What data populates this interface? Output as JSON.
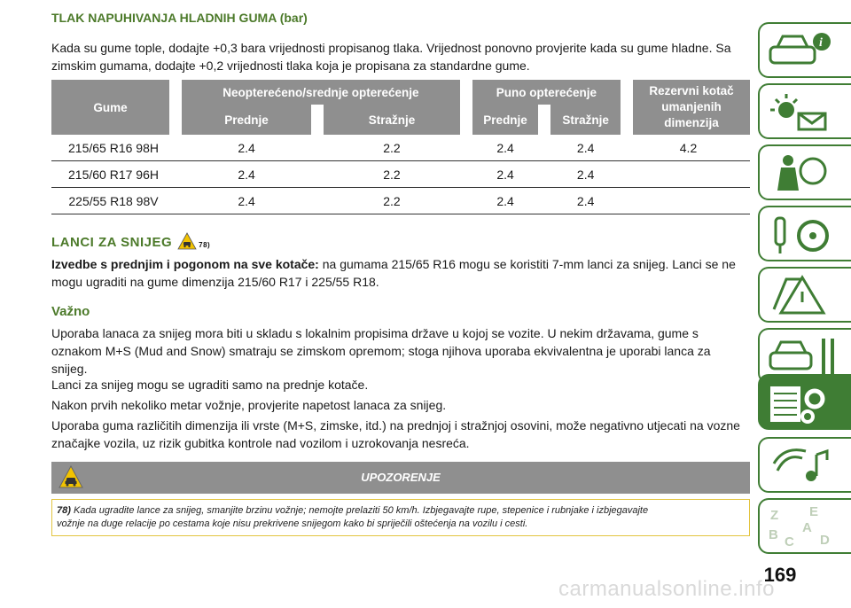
{
  "heading_pressure": "TLAK NAPUHIVANJA HLADNIH GUMA (bar)",
  "intro_lines": [
    "Kada su gume tople, dodajte +0,3 bara vrijednosti propisanog tlaka. Vrijednost ponovno provjerite kada su gume hladne. Sa",
    "zimskim gumama, dodajte +0,2 vrijednosti tlaka koja je propisana za standardne gume."
  ],
  "table": {
    "col_gume": "Gume",
    "group1": "Neopterećeno/srednje opterećenje",
    "group2": "Puno opterećenje",
    "spare": "Rezervni kotač umanjenih dimenzija",
    "front": "Prednje",
    "rear": "Stražnje",
    "rows": [
      [
        "215/65 R16 98H",
        "2.4",
        "2.2",
        "2.4",
        "2.4",
        "4.2"
      ],
      [
        "215/60 R17 96H",
        "2.4",
        "2.2",
        "2.4",
        "2.4",
        ""
      ],
      [
        "225/55 R18 98V",
        "2.4",
        "2.2",
        "2.4",
        "2.4",
        ""
      ]
    ]
  },
  "heading_chains": "LANCI ZA SNIJEG",
  "chains_ref": "78)",
  "izvedbe_bold": "Izvedbe s prednjim i pogonom na sve kotače:",
  "izvedbe_rest": " na gumama 215/65 R16 mogu se koristiti 7-mm lanci za snijeg. Lanci se ne",
  "izvedbe_line2": "mogu ugraditi na gume dimenzija 215/60 R17 i 225/55 R18.",
  "heading_important": "Važno",
  "para1_lines": [
    "Uporaba lanaca za snijeg mora biti u skladu s lokalnim propisima države u kojoj se vozite. U nekim državama, gume s",
    "oznakom M+S (Mud and Snow) smatraju se zimskom opremom; stoga njihova uporaba ekvivalentna je uporabi lanca za",
    "snijeg."
  ],
  "para2": "Lanci za snijeg mogu se ugraditi samo na prednje kotače.",
  "para3": "Nakon prvih nekoliko metar vožnje, provjerite napetost lanaca za snijeg.",
  "para4_lines": [
    "Uporaba guma različitih dimenzija ili vrste (M+S, zimske, itd.) na prednjoj i stražnjoj osovini, može negativno utjecati na vozne",
    "značajke vozila, uz rizik gubitka kontrole nad vozilom i uzrokovanja nesreća."
  ],
  "warning_title": "UPOZORENJE",
  "warning_ref": "78)",
  "warning_lines": [
    " Kada ugradite lance za snijeg, smanjite brzinu vožnje; nemojte prelaziti 50 km/h. Izbjegavajte rupe, stepenice i rubnjake i izbjegavajte",
    "vožnje na duge relacije po cestama koje nisu prekrivene snijegom kako bi spriječili oštećenja na vozilu i cesti."
  ],
  "page_number": "169",
  "watermark": "carmanualsonline.info",
  "side_tabs": [
    "car-info-icon",
    "warning-lights-icon",
    "safety-airbag-icon",
    "steering-key-icon",
    "emergency-icon",
    "maintenance-icon",
    "technical-data-icon",
    "multimedia-icon",
    "index-icon"
  ],
  "index_letters": "Z E B A C D",
  "colors": {
    "accent_green": "#3f7d34",
    "heading_green": "#4c7a2a",
    "table_header": "#8f8f8f",
    "warning_border": "#e3c440"
  }
}
